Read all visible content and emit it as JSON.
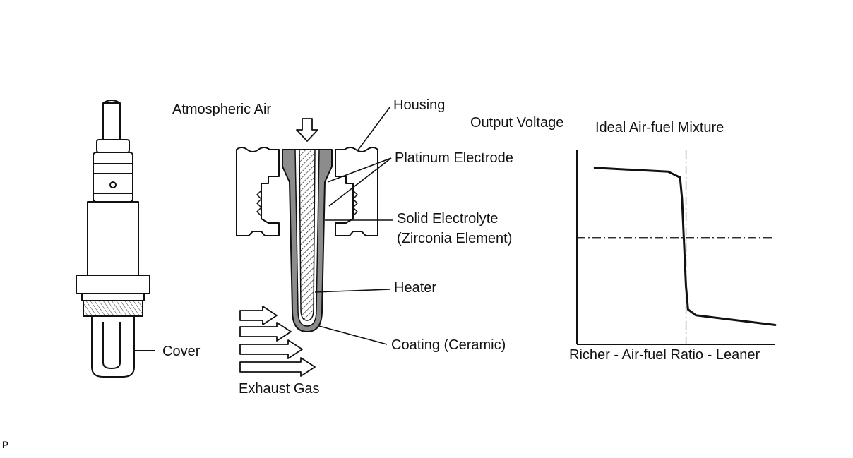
{
  "labels": {
    "atmospheric_air": "Atmospheric Air",
    "housing": "Housing",
    "platinum_electrode": "Platinum Electrode",
    "solid_electrolyte_line1": "Solid Electrolyte",
    "solid_electrolyte_line2": "(Zirconia Element)",
    "heater": "Heater",
    "coating": "Coating (Ceramic)",
    "cover": "Cover",
    "exhaust_gas": "Exhaust Gas",
    "output_voltage": "Output Voltage",
    "ideal_mixture": "Ideal Air-fuel Mixture",
    "x_axis": "Richer - Air-fuel Ratio - Leaner",
    "corner_mark": "P"
  },
  "colors": {
    "line": "#111111",
    "electrolyte_fill": "#8c8c8c",
    "background": "#ffffff"
  },
  "chart_data": {
    "type": "line",
    "title": "",
    "xlabel": "Richer - Air-fuel Ratio - Leaner",
    "ylabel": "Output Voltage",
    "annotations": [
      "Ideal Air-fuel Mixture"
    ],
    "grid": false,
    "xlim": [
      0,
      1
    ],
    "ylim": [
      0,
      1
    ],
    "series": [
      {
        "x": [
          0.09,
          0.46,
          0.52,
          0.53,
          0.55,
          0.56,
          0.6,
          1.0
        ],
        "y": [
          0.91,
          0.89,
          0.86,
          0.75,
          0.3,
          0.18,
          0.15,
          0.1
        ]
      }
    ],
    "reference_lines": {
      "x": 0.55,
      "y": 0.55
    }
  }
}
